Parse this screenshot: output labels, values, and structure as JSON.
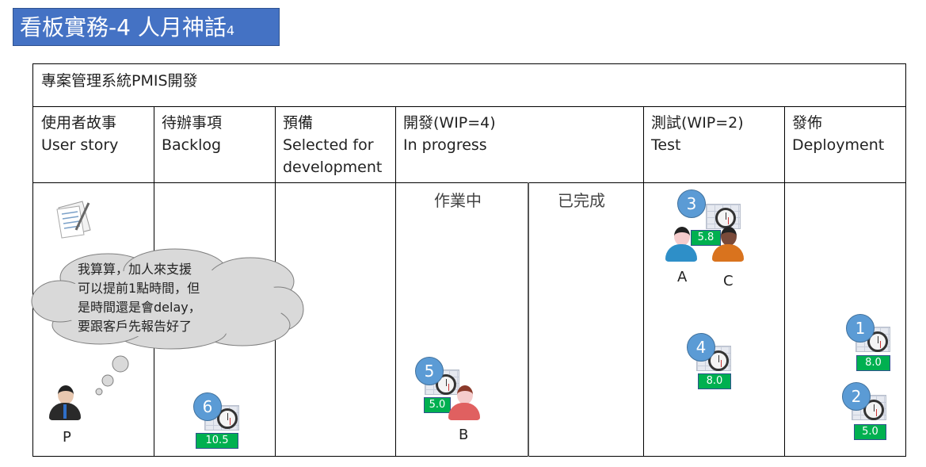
{
  "title": {
    "main": "看板實務-4 人月神話",
    "suffix": "4"
  },
  "board": {
    "project": "專案管理系統PMIS開發",
    "columns": [
      {
        "zh": "使用者故事",
        "en": "User story"
      },
      {
        "zh": "待辦事項",
        "en": "Backlog"
      },
      {
        "zh": "預備",
        "en": "Selected for",
        "en2": "development"
      },
      {
        "zh": "開發(WIP=4)",
        "en": "In progress"
      },
      {
        "zh": "測試(WIP=2)",
        "en": "Test"
      },
      {
        "zh": "發佈",
        "en": "Deployment"
      }
    ],
    "subcolumns": [
      "作業中",
      "已完成"
    ]
  },
  "thought": [
    "我算算，加人來支援",
    "可以提前1點時間，但",
    "是時間還是會delay，",
    "要跟客戶先報告好了"
  ],
  "people": {
    "p": "P",
    "a": "A",
    "b": "B",
    "c": "C"
  },
  "cards": [
    {
      "num": "6",
      "value": "10.5"
    },
    {
      "num": "5",
      "value": "5.0"
    },
    {
      "num": "3",
      "value": "5.8"
    },
    {
      "num": "4",
      "value": "8.0"
    },
    {
      "num": "1",
      "value": "8.0"
    },
    {
      "num": "2",
      "value": "5.0"
    }
  ]
}
